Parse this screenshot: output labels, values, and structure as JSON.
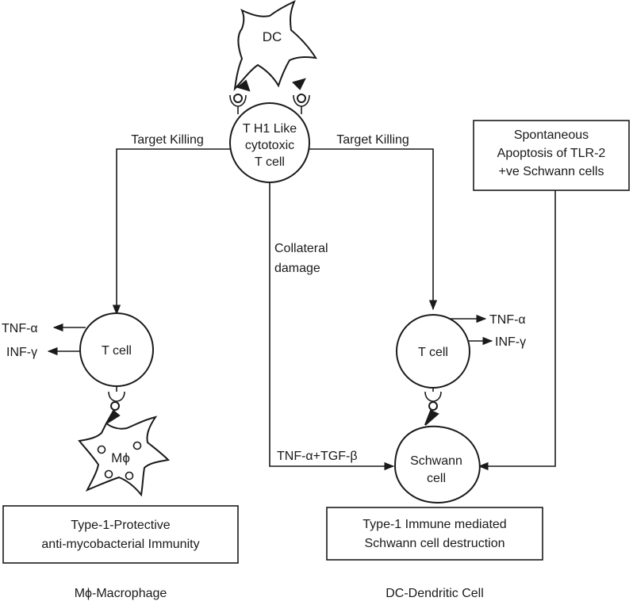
{
  "nodes": {
    "dc": "DC",
    "th1_line1": "T H1 Like",
    "th1_line2": "cytotoxic",
    "th1_line3": "T cell",
    "tcell_left": "T cell",
    "tcell_right": "T cell",
    "macrophage": "Mϕ",
    "schwann_line1": "Schwann",
    "schwann_line2": "cell"
  },
  "edges": {
    "target_killing_left": "Target Killing",
    "target_killing_right": "Target Killing",
    "collateral_line1": "Collateral",
    "collateral_line2": "damage",
    "tnf_tgf": "TNF-α+TGF-β"
  },
  "cytokines": {
    "left_tnf": "TNF-α",
    "left_inf": "INF-γ",
    "right_tnf": "TNF-α",
    "right_inf": "INF-γ"
  },
  "boxes": {
    "apoptosis_line1": "Spontaneous",
    "apoptosis_line2": "Apoptosis of TLR-2",
    "apoptosis_line3": "+ve Schwann cells",
    "protective_line1": "Type-1-Protective",
    "protective_line2": "anti-mycobacterial Immunity",
    "destruction_line1": "Type-1 Immune mediated",
    "destruction_line2": "Schwann cell destruction"
  },
  "legend": {
    "macrophage": "Mϕ-Macrophage",
    "dendritic": "DC-Dendritic Cell"
  }
}
